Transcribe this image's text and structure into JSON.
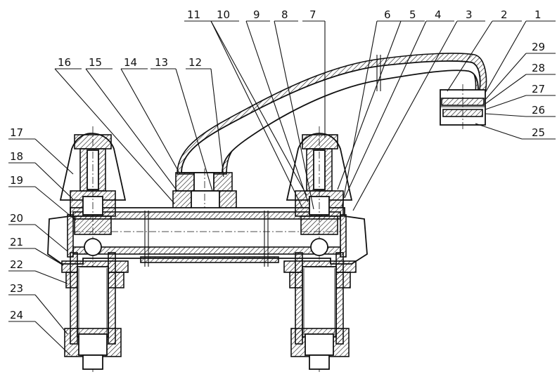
{
  "labels": [
    {
      "id": "1",
      "text": "1"
    },
    {
      "id": "2",
      "text": "2"
    },
    {
      "id": "3",
      "text": "3"
    },
    {
      "id": "4",
      "text": "4"
    },
    {
      "id": "5",
      "text": "5"
    },
    {
      "id": "6",
      "text": "6"
    },
    {
      "id": "7",
      "text": "7"
    },
    {
      "id": "8",
      "text": "8"
    },
    {
      "id": "9",
      "text": "9"
    },
    {
      "id": "10",
      "text": "10"
    },
    {
      "id": "11",
      "text": "11"
    },
    {
      "id": "12",
      "text": "12"
    },
    {
      "id": "13",
      "text": "13"
    },
    {
      "id": "14",
      "text": "14"
    },
    {
      "id": "15",
      "text": "15"
    },
    {
      "id": "16",
      "text": "16"
    },
    {
      "id": "17",
      "text": "17"
    },
    {
      "id": "18",
      "text": "18"
    },
    {
      "id": "19",
      "text": "19"
    },
    {
      "id": "20",
      "text": "20"
    },
    {
      "id": "21",
      "text": "21"
    },
    {
      "id": "22",
      "text": "22"
    },
    {
      "id": "23",
      "text": "23"
    },
    {
      "id": "24",
      "text": "24"
    },
    {
      "id": "25",
      "text": "25"
    },
    {
      "id": "26",
      "text": "26"
    },
    {
      "id": "27",
      "text": "27"
    },
    {
      "id": "28",
      "text": "28"
    },
    {
      "id": "29",
      "text": "29"
    }
  ],
  "colors": {
    "line": "#111111",
    "background": "#ffffff"
  }
}
